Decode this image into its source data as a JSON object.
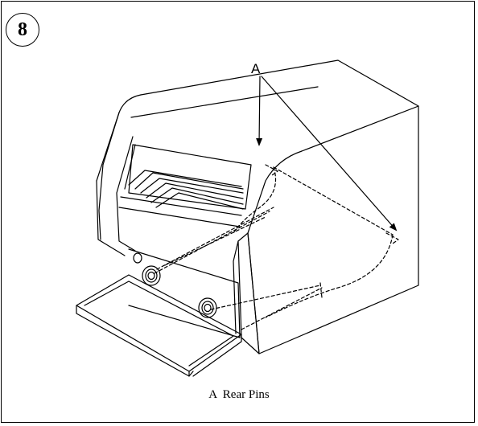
{
  "figure": {
    "step_number": "8",
    "callout_letter": "A",
    "caption_letter": "A",
    "caption_text": "Rear Pins"
  },
  "colors": {
    "line": "#000000",
    "background": "#ffffff"
  }
}
